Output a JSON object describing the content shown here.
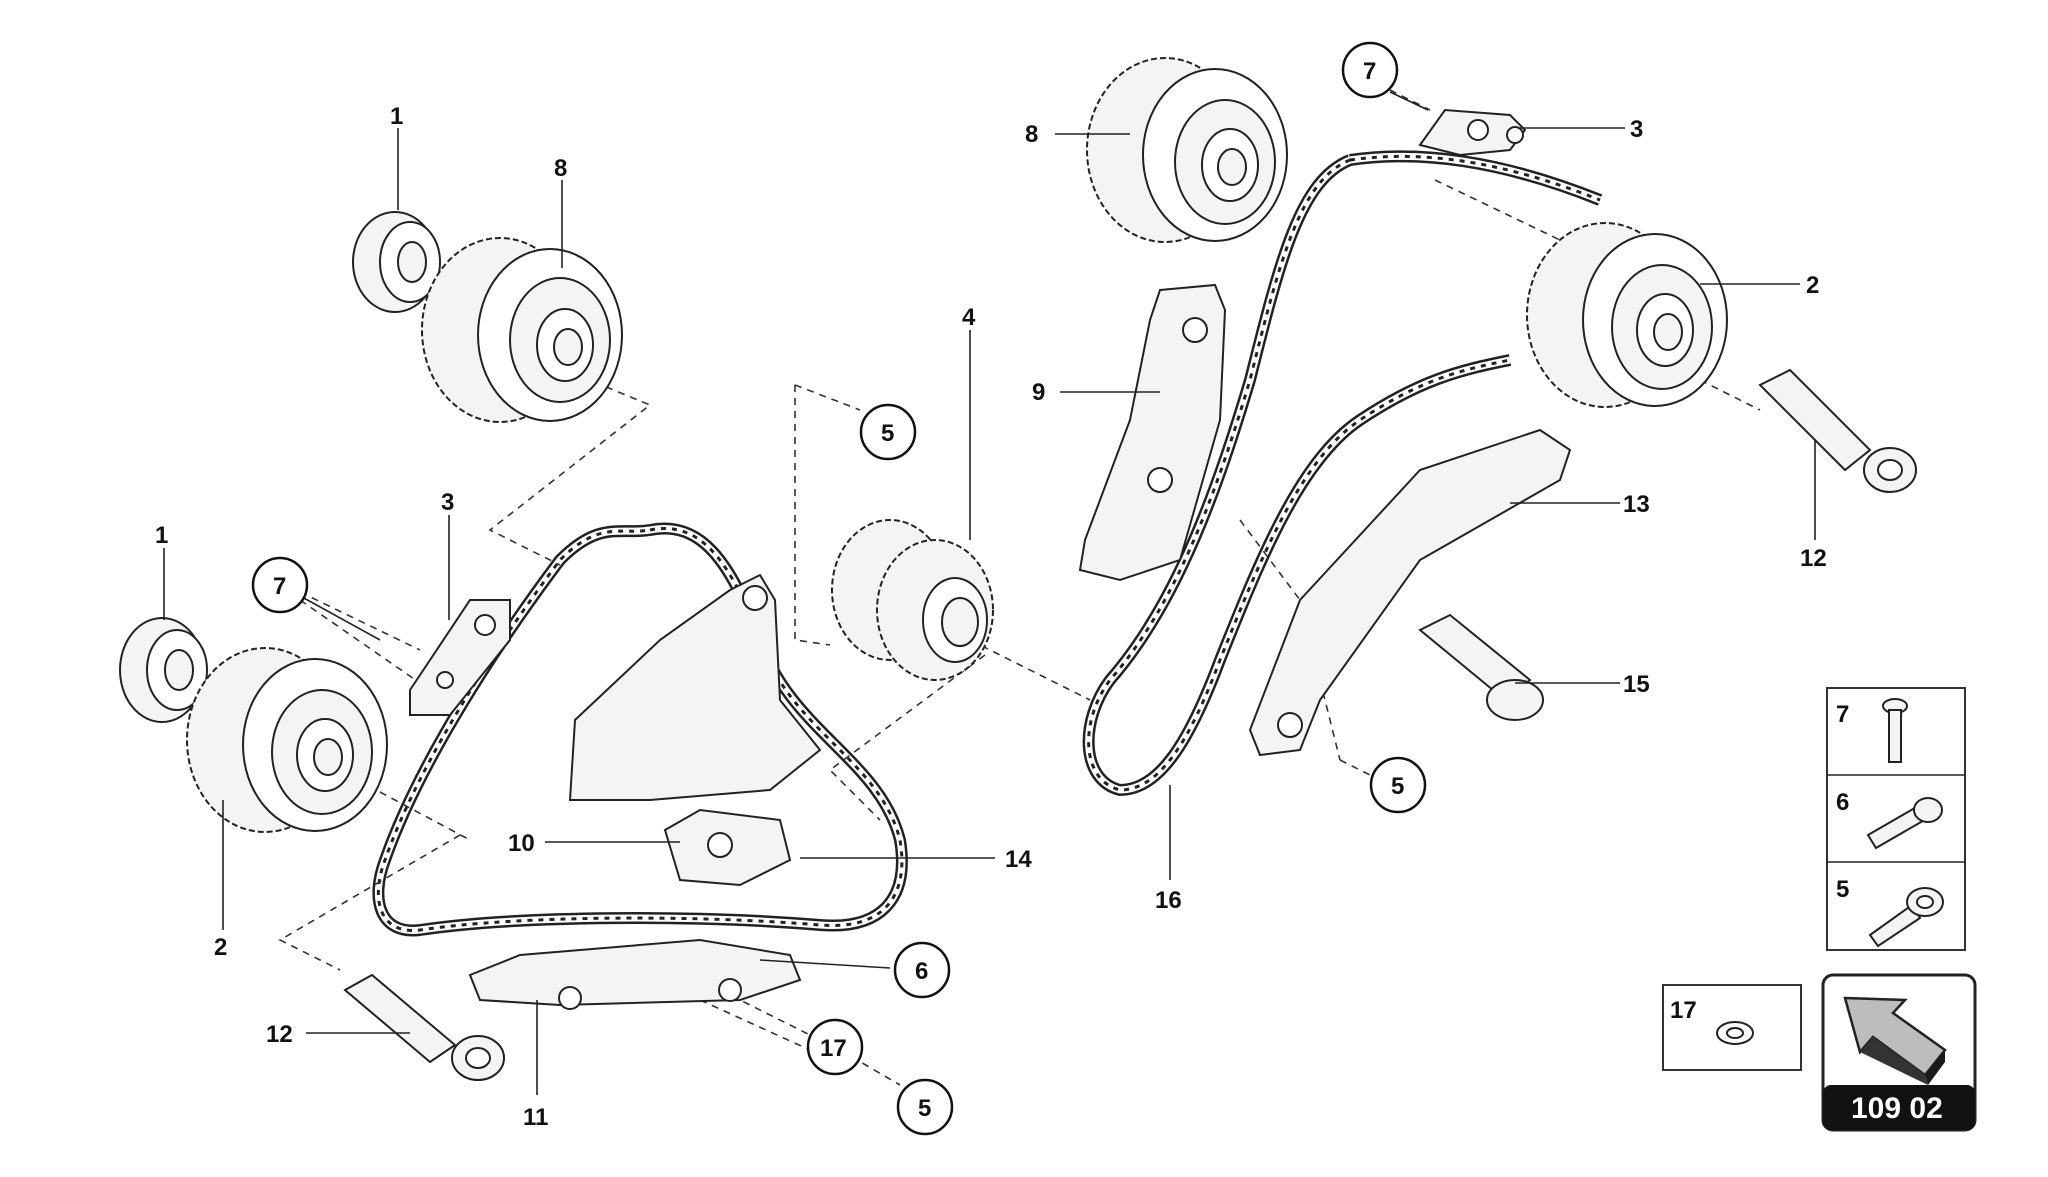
{
  "labels": {
    "l1a": "1",
    "l1b": "1",
    "l2a": "2",
    "l2b": "2",
    "l3a": "3",
    "l3b": "3",
    "l4": "4",
    "l8a": "8",
    "l8b": "8",
    "l9": "9",
    "l10": "10",
    "l11": "11",
    "l12a": "12",
    "l12b": "12",
    "l13": "13",
    "l14": "14",
    "l15": "15",
    "l16": "16"
  },
  "callouts": {
    "c5a": "5",
    "c5b": "5",
    "c5c": "5",
    "c6": "6",
    "c7a": "7",
    "c7b": "7",
    "c17": "17"
  },
  "legend": {
    "item7": "7",
    "item6": "6",
    "item5": "5",
    "item17": "17"
  },
  "badge": {
    "page": "109 02"
  }
}
